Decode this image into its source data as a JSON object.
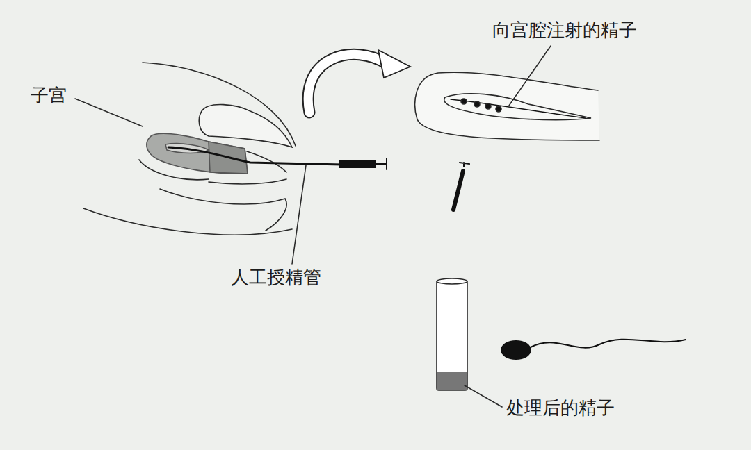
{
  "diagram": {
    "labels": [
      "子宫",
      "人工授精管",
      "向宫腔注射的精子",
      "处理后的精子"
    ]
  }
}
